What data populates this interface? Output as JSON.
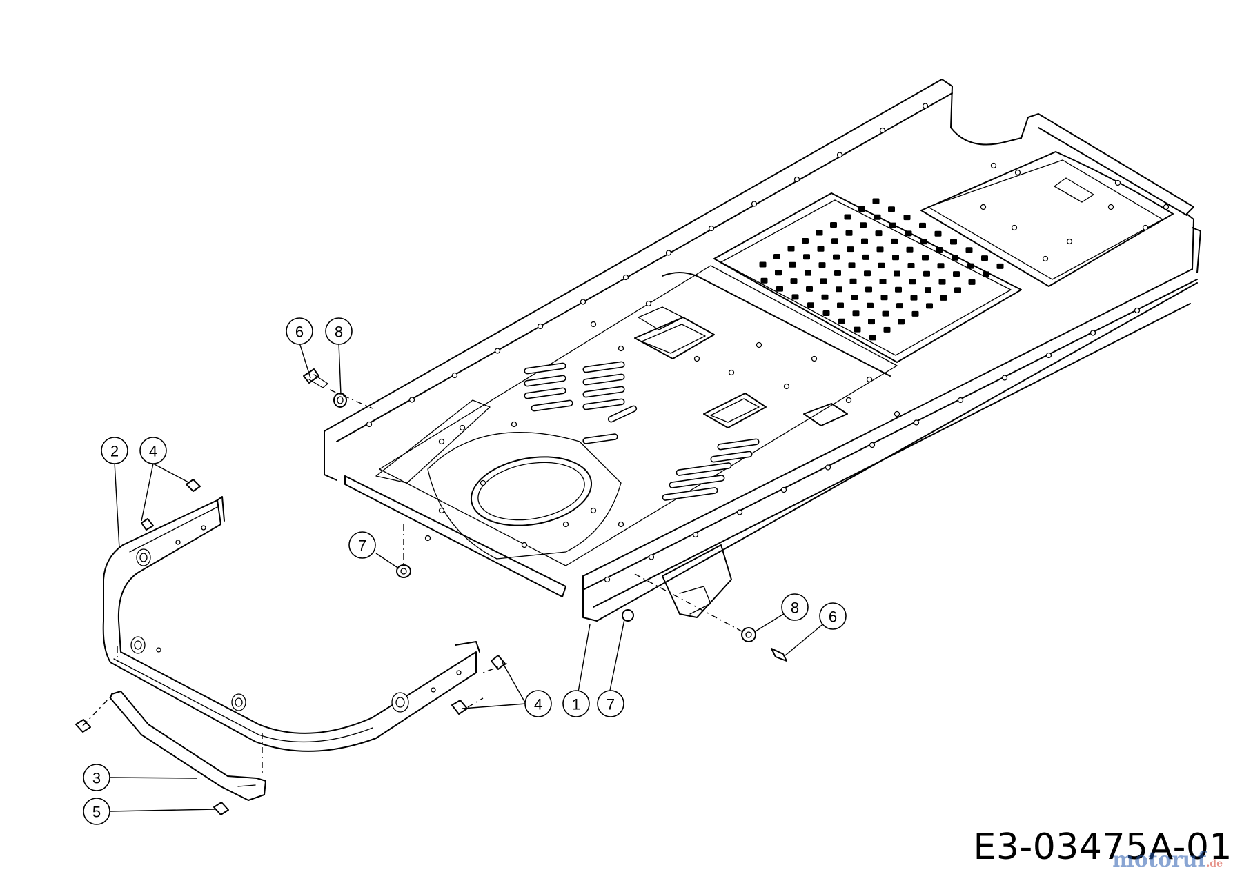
{
  "drawing_code": "E3-03475A-01",
  "watermark": {
    "main": "motoruf",
    "suffix": ".de"
  },
  "callouts": [
    {
      "id": "c6a",
      "label": "6"
    },
    {
      "id": "c8a",
      "label": "8"
    },
    {
      "id": "c2",
      "label": "2"
    },
    {
      "id": "c4a",
      "label": "4"
    },
    {
      "id": "c7a",
      "label": "7"
    },
    {
      "id": "c8b",
      "label": "8"
    },
    {
      "id": "c6b",
      "label": "6"
    },
    {
      "id": "c4b",
      "label": "4"
    },
    {
      "id": "c1",
      "label": "1"
    },
    {
      "id": "c7b",
      "label": "7"
    },
    {
      "id": "c3",
      "label": "3"
    },
    {
      "id": "c5",
      "label": "5"
    }
  ],
  "colors": {
    "line": "#000000",
    "background": "#ffffff",
    "watermark_main": "#2a5db0",
    "watermark_accent": "#d23a2a"
  }
}
